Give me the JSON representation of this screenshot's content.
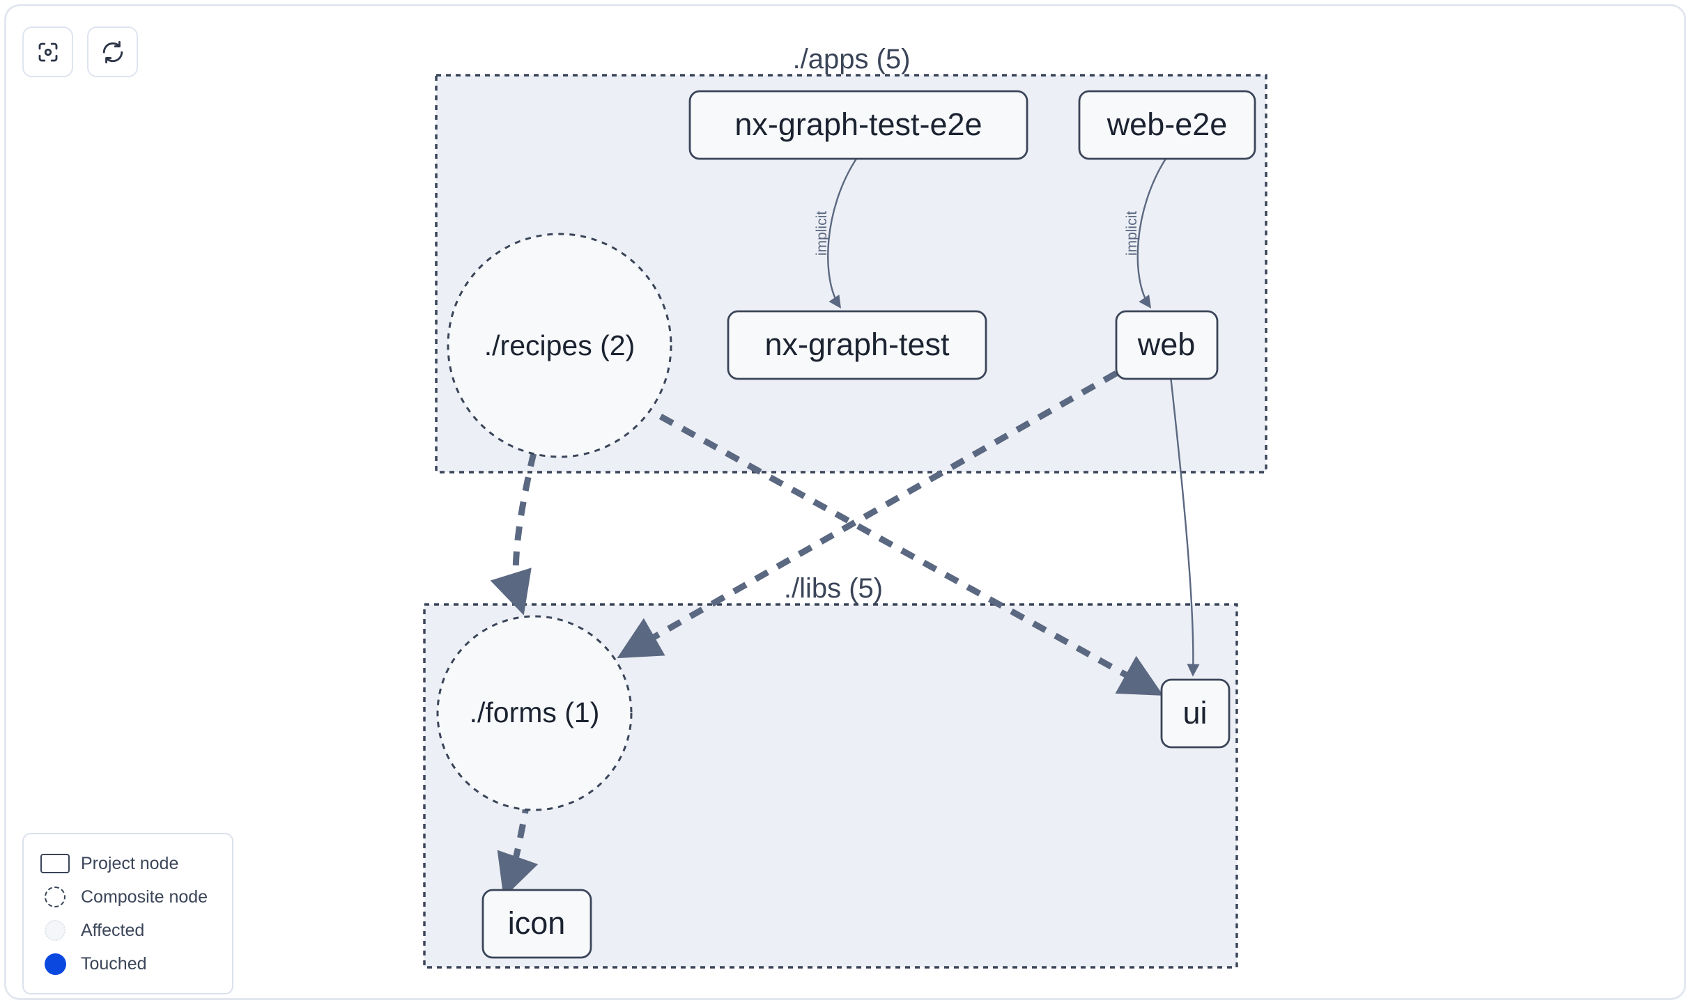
{
  "toolbar": {
    "buttons": [
      {
        "name": "focus-graph-button",
        "icon": "focus-target-icon",
        "label": ""
      },
      {
        "name": "refresh-graph-button",
        "icon": "refresh-icon",
        "label": ""
      }
    ]
  },
  "legend": {
    "items": [
      {
        "label": "Project node",
        "swatch": "rect-outline"
      },
      {
        "label": "Composite node",
        "swatch": "dashed-circle"
      },
      {
        "label": "Affected",
        "swatch": "dotted-light-circle"
      },
      {
        "label": "Touched",
        "swatch": "blue-filled-circle"
      }
    ]
  },
  "graph": {
    "groups": [
      {
        "id": "apps",
        "label": "./apps (5)"
      },
      {
        "id": "libs",
        "label": "./libs (5)"
      }
    ],
    "nodes": [
      {
        "id": "nx-graph-test-e2e",
        "label": "nx-graph-test-e2e",
        "type": "project",
        "group": "apps"
      },
      {
        "id": "web-e2e",
        "label": "web-e2e",
        "type": "project",
        "group": "apps"
      },
      {
        "id": "nx-graph-test",
        "label": "nx-graph-test",
        "type": "project",
        "group": "apps"
      },
      {
        "id": "web",
        "label": "web",
        "type": "project",
        "group": "apps"
      },
      {
        "id": "recipes",
        "label": "./recipes (2)",
        "type": "composite",
        "group": "apps"
      },
      {
        "id": "forms",
        "label": "./forms (1)",
        "type": "composite",
        "group": "libs"
      },
      {
        "id": "ui",
        "label": "ui",
        "type": "project",
        "group": "libs"
      },
      {
        "id": "icon",
        "label": "icon",
        "type": "project",
        "group": "libs"
      }
    ],
    "edges": [
      {
        "from": "nx-graph-test-e2e",
        "to": "nx-graph-test",
        "label": "implicit",
        "style": "solid"
      },
      {
        "from": "web-e2e",
        "to": "web",
        "label": "implicit",
        "style": "solid"
      },
      {
        "from": "web",
        "to": "forms",
        "label": "",
        "style": "dashed"
      },
      {
        "from": "recipes",
        "to": "ui",
        "label": "",
        "style": "dashed"
      },
      {
        "from": "recipes",
        "to": "forms",
        "label": "",
        "style": "dashed"
      },
      {
        "from": "web",
        "to": "ui",
        "label": "",
        "style": "solid"
      },
      {
        "from": "forms",
        "to": "icon",
        "label": "",
        "style": "dashed"
      }
    ]
  },
  "colors": {
    "group_fill": "#eceff5",
    "group_border": "#3b4559",
    "node_fill": "#f7f9fb",
    "node_border": "#3b4559",
    "node_text": "#1b2230",
    "edge": "#5b6881",
    "touched": "#0b48e0",
    "panel_border": "#e3e7ef",
    "label_text": "#3b4559"
  }
}
